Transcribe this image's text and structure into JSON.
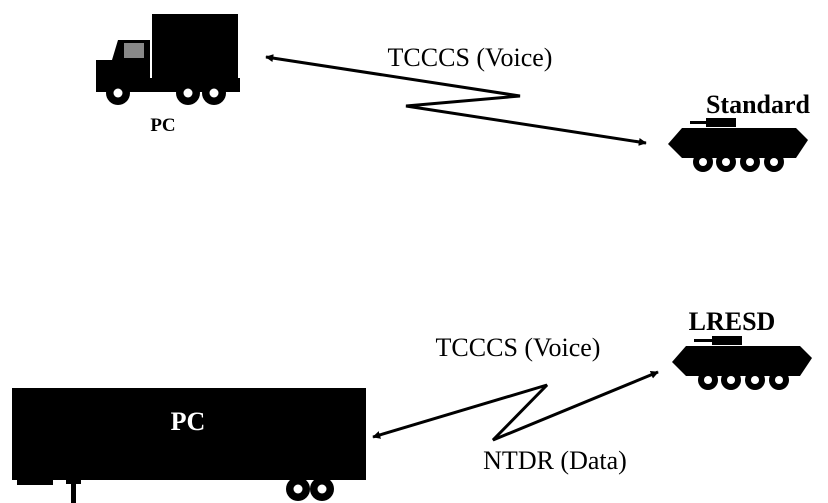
{
  "top_scenario": {
    "vehicle_label": "PC",
    "link_label": "TCCCS (Voice)",
    "node_label": "Standard"
  },
  "bottom_scenario": {
    "trailer_label": "PC",
    "voice_link_label": "TCCCS (Voice)",
    "data_link_label": "NTDR (Data)",
    "node_label": "LRESD"
  },
  "colors": {
    "ink": "#000000",
    "window": "#888888",
    "background": "#ffffff"
  }
}
